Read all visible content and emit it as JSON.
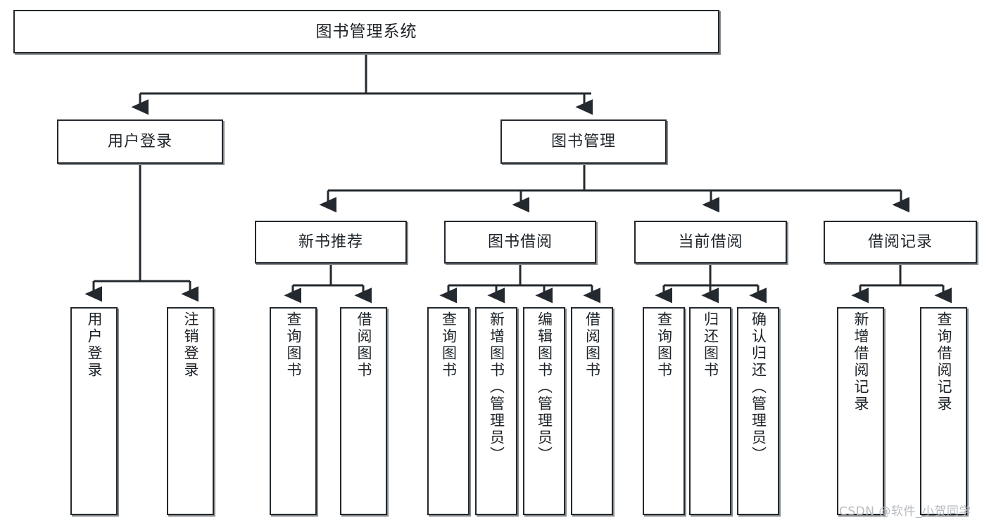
{
  "diagram": {
    "title": "图书管理系统",
    "watermark": "CSDN @软件_小贺同学",
    "line_color": "#23292e",
    "box_fill": "#ffffff",
    "text_color": "#1d2328"
  },
  "nodes": {
    "root": {
      "label": "图书管理系统"
    },
    "level2": [
      {
        "label": "用户登录"
      },
      {
        "label": "图书管理"
      }
    ],
    "level3": [
      {
        "label": "新书推荐"
      },
      {
        "label": "图书借阅"
      },
      {
        "label": "当前借阅"
      },
      {
        "label": "借阅记录"
      }
    ],
    "leaves": {
      "user_login": [
        {
          "label": "用户登录"
        },
        {
          "label": "注销登录"
        }
      ],
      "new_book_recommend": [
        {
          "label": "查询图书"
        },
        {
          "label": "借阅图书"
        }
      ],
      "book_borrow": [
        {
          "label": "查询图书"
        },
        {
          "label": "新增图书（管理员）"
        },
        {
          "label": "编辑图书（管理员）"
        },
        {
          "label": "借阅图书"
        }
      ],
      "current_borrow": [
        {
          "label": "查询图书"
        },
        {
          "label": "归还图书"
        },
        {
          "label": "确认归还（管理员）"
        }
      ],
      "borrow_record": [
        {
          "label": "新增借阅记录"
        },
        {
          "label": "查询借阅记录"
        }
      ]
    }
  }
}
